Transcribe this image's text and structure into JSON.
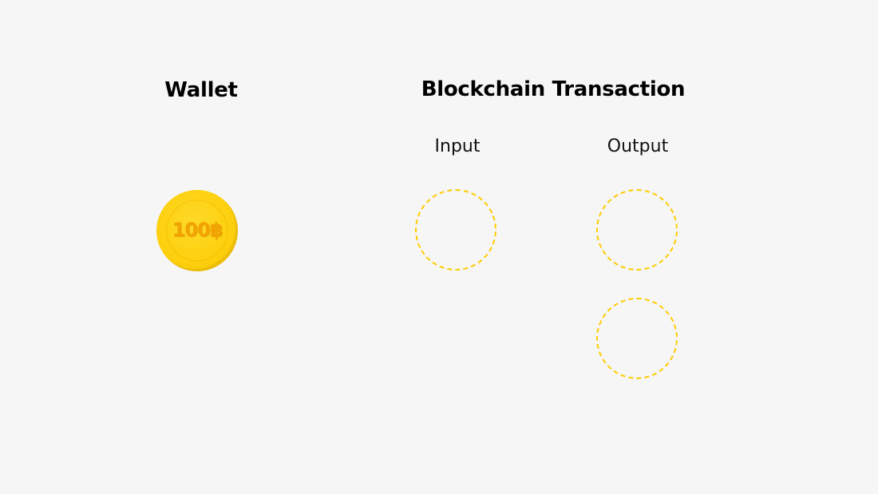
{
  "wallet": {
    "title": "Wallet",
    "coin": {
      "value": "100฿",
      "color": "#ffd20f"
    }
  },
  "transaction": {
    "title": "Blockchain Transaction",
    "input_label": "Input",
    "output_label": "Output",
    "input_slots": 1,
    "output_slots": 2,
    "slot_color": "#ffcc00"
  }
}
